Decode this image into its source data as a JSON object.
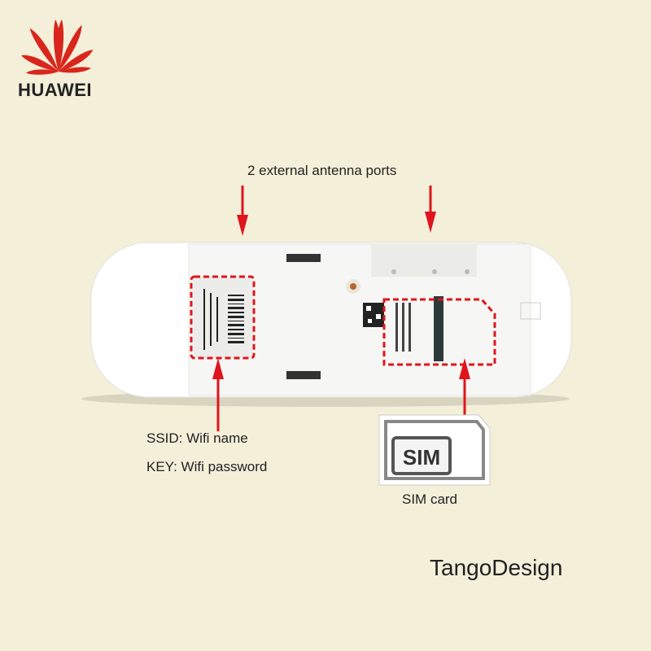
{
  "brand": {
    "name": "HUAWEI",
    "logo_color": "#d9261c"
  },
  "annotations": {
    "antenna_ports": "2 external antenna ports",
    "ssid": "SSID: Wifi name",
    "key": "KEY: Wifi password",
    "sim_card": "SIM card",
    "sim_chip_text": "SIM"
  },
  "watermark": "TangoDesign",
  "colors": {
    "background": "#f3efd9",
    "arrow": "#e0141c",
    "device": "#ffffff"
  }
}
